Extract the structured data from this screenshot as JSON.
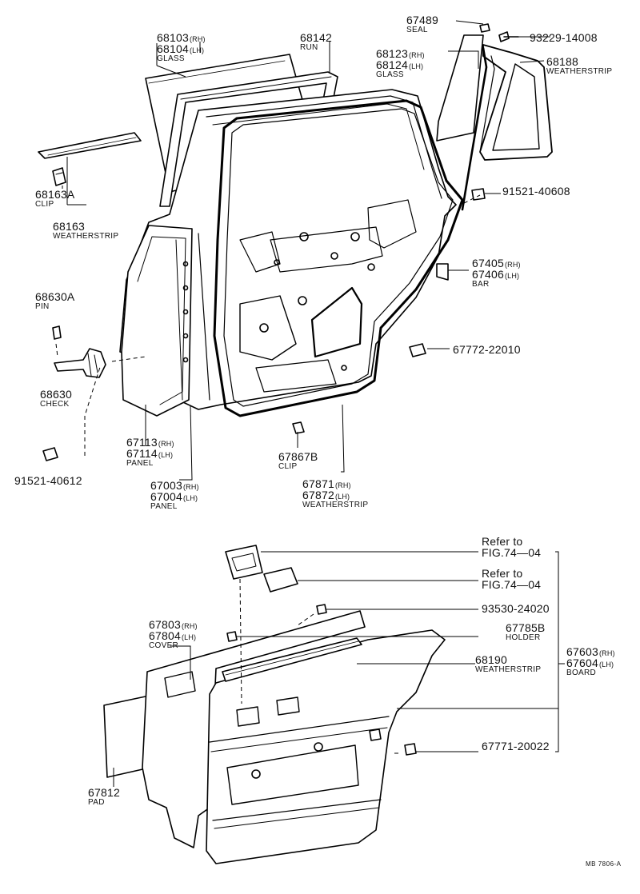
{
  "figure_code": "MB 7806-A",
  "labels": {
    "seal_67489": {
      "num": "67489",
      "name": "SEAL"
    },
    "bolt_93229": {
      "num": "93229-14008"
    },
    "glass_68103": {
      "num1": "68103",
      "sfx1": "(RH)",
      "num2": "68104",
      "sfx2": "(LH)",
      "name": "GLASS"
    },
    "run_68142": {
      "num": "68142",
      "name": "RUN"
    },
    "glass_68123": {
      "num1": "68123",
      "sfx1": "(RH)",
      "num2": "68124",
      "sfx2": "(LH)",
      "name": "GLASS"
    },
    "ws_68188": {
      "num": "68188",
      "name": "WEATHERSTRIP"
    },
    "clip_68163A": {
      "num": "68163A",
      "name": "CLIP"
    },
    "ws_68163": {
      "num": "68163",
      "name": "WEATHERSTRIP"
    },
    "bolt_91521_40608": {
      "num": "91521-40608"
    },
    "bar_67405": {
      "num1": "67405",
      "sfx1": "(RH)",
      "num2": "67406",
      "sfx2": "(LH)",
      "name": "BAR"
    },
    "pin_68630A": {
      "num": "68630A",
      "name": "PIN"
    },
    "bolt_67772": {
      "num": "67772-22010"
    },
    "check_68630": {
      "num": "68630",
      "name": "CHECK"
    },
    "panel_67113": {
      "num1": "67113",
      "sfx1": "(RH)",
      "num2": "67114",
      "sfx2": "(LH)",
      "name": "PANEL"
    },
    "clip_67867B": {
      "num": "67867B",
      "name": "CLIP"
    },
    "bolt_91521_40612": {
      "num": "91521-40612"
    },
    "panel_67003": {
      "num1": "67003",
      "sfx1": "(RH)",
      "num2": "67004",
      "sfx2": "(LH)",
      "name": "PANEL"
    },
    "ws_67871": {
      "num1": "67871",
      "sfx1": "(RH)",
      "num2": "67872",
      "sfx2": "(LH)",
      "name": "WEATHERSTRIP"
    },
    "refer_1": {
      "line1": "Refer to",
      "line2": "FIG.74—04"
    },
    "refer_2": {
      "line1": "Refer to",
      "line2": "FIG.74—04"
    },
    "screw_93530": {
      "num": "93530-24020"
    },
    "cover_67803": {
      "num1": "67803",
      "sfx1": "(RH)",
      "num2": "67804",
      "sfx2": "(LH)",
      "name": "COVER"
    },
    "holder_67785B": {
      "num": "67785B",
      "name": "HOLDER"
    },
    "board_67603": {
      "num1": "67603",
      "sfx1": "(RH)",
      "num2": "67604",
      "sfx2": "(LH)",
      "name": "BOARD"
    },
    "ws_68190": {
      "num": "68190",
      "name": "WEATHERSTRIP"
    },
    "clip_67771": {
      "num": "67771-20022"
    },
    "pad_67812": {
      "num": "67812",
      "name": "PAD"
    }
  }
}
